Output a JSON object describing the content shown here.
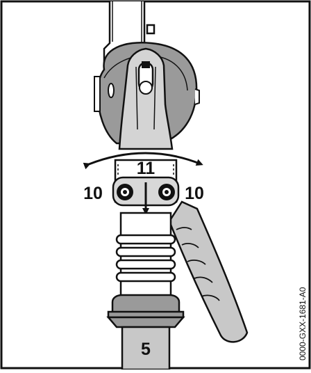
{
  "figure": {
    "labels": {
      "center_part": "11",
      "left_screw": "10",
      "right_screw": "10",
      "tube_part": "5"
    },
    "reference_code": "0000-GXX-1681-A0"
  }
}
